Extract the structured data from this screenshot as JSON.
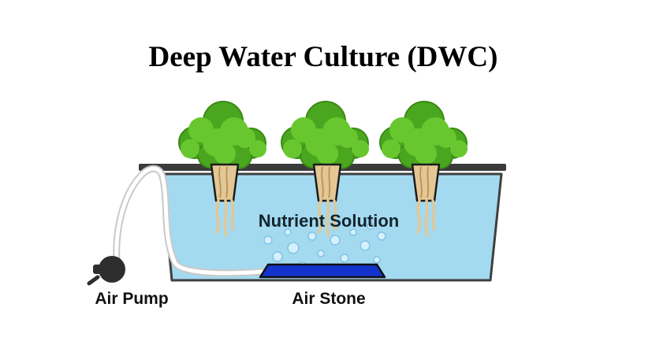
{
  "diagram": {
    "title": "Deep Water Culture (DWC)",
    "labels": {
      "nutrient_solution": "Nutrient Solution",
      "air_pump": "Air Pump",
      "air_stone": "Air Stone"
    },
    "colors": {
      "background": "#ffffff",
      "water": "#a4daf0",
      "tank_outline": "#3f3f3f",
      "lid": "#3b3b3b",
      "leaf_dark": "#4aa61e",
      "leaf_light": "#68c72f",
      "pot_root": "#e3c795",
      "air_stone": "#1334cc",
      "pump": "#2e2e2e",
      "tube": "#ffffff",
      "tube_outline": "#c9c9c9",
      "bubble": "#d6f0fc",
      "text": "#000000"
    }
  }
}
